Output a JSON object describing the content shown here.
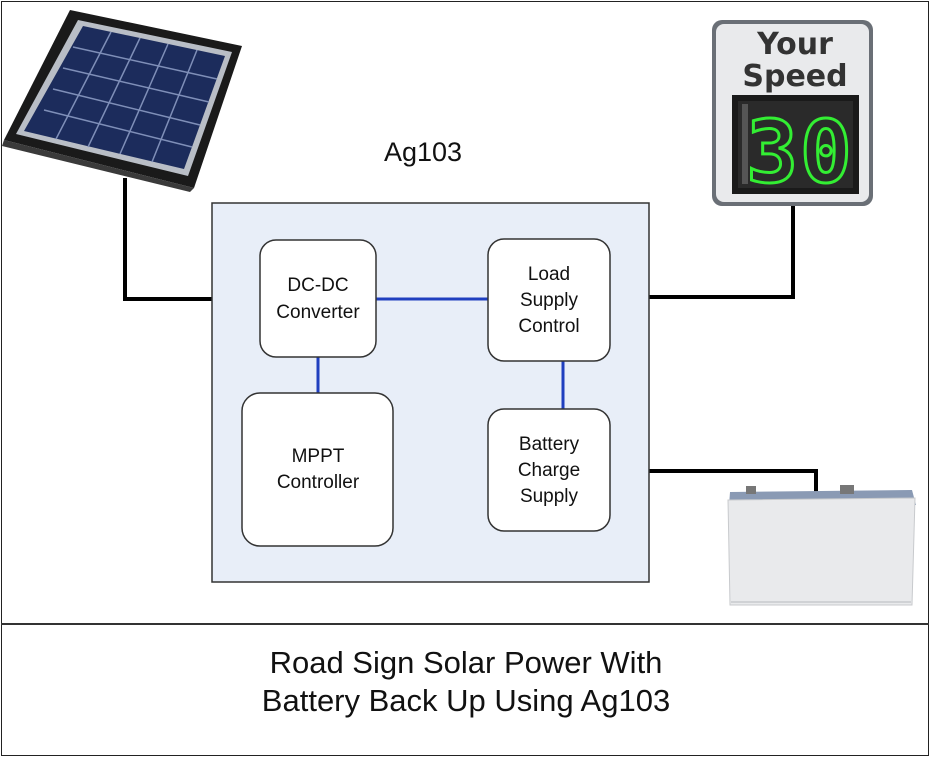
{
  "diagram": {
    "module_label": "Ag103",
    "blocks": {
      "dcdc": [
        "DC-DC",
        "Converter"
      ],
      "mppt": [
        "MPPT",
        "Controller"
      ],
      "load": [
        "Load",
        "Supply",
        "Control"
      ],
      "battery_charge": [
        "Battery",
        "Charge",
        "Supply"
      ]
    },
    "sign": {
      "line1": "Your",
      "line2": "Speed",
      "digits": "30"
    },
    "colors": {
      "module_fill": "#e8eef8",
      "internal_link": "#1f3fbf",
      "external_wire": "#000000",
      "digit_green": "#33ee33"
    }
  },
  "caption": {
    "line1": "Road Sign Solar Power With",
    "line2": "Battery Back Up Using Ag103"
  }
}
